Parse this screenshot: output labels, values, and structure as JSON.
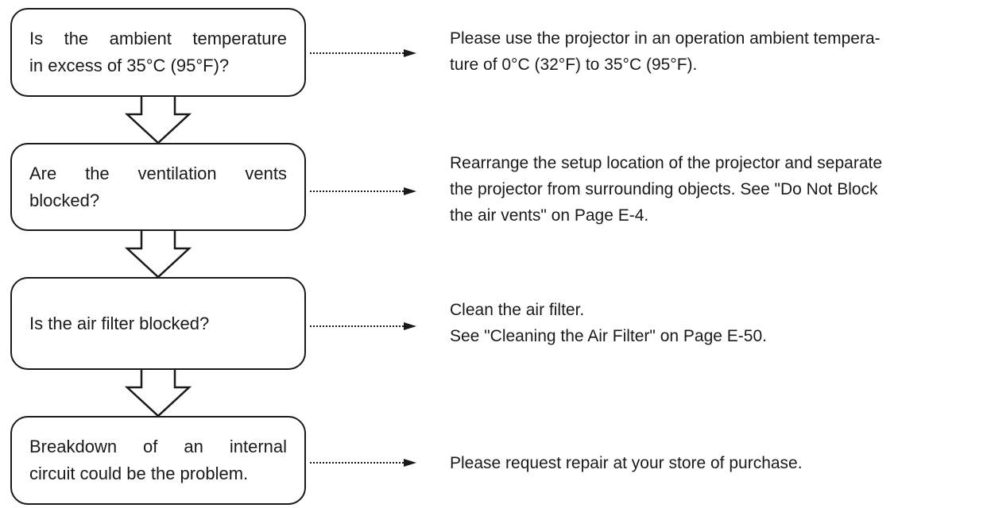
{
  "steps": [
    {
      "question_lines": [
        "Is the ambient temperature",
        "in excess of 35°C (95°F)?"
      ],
      "answer_lines": [
        "Please use the projector in an operation ambient tempera-",
        "ture of 0°C (32°F) to 35°C (95°F)."
      ]
    },
    {
      "question_lines": [
        "Are the ventilation vents",
        "blocked?"
      ],
      "answer_lines": [
        "Rearrange the setup location of the projector and separate",
        "the projector from surrounding objects. See \"Do Not Block",
        "the air vents\" on Page E-4."
      ]
    },
    {
      "question_lines": [
        "Is the air filter blocked?"
      ],
      "answer_lines": [
        "Clean the air filter.",
        "See \"Cleaning the Air Filter\" on Page E-50."
      ]
    },
    {
      "question_lines": [
        "Breakdown of an internal",
        "circuit could be the problem."
      ],
      "answer_lines": [
        "Please request repair at your store of purchase."
      ]
    }
  ]
}
